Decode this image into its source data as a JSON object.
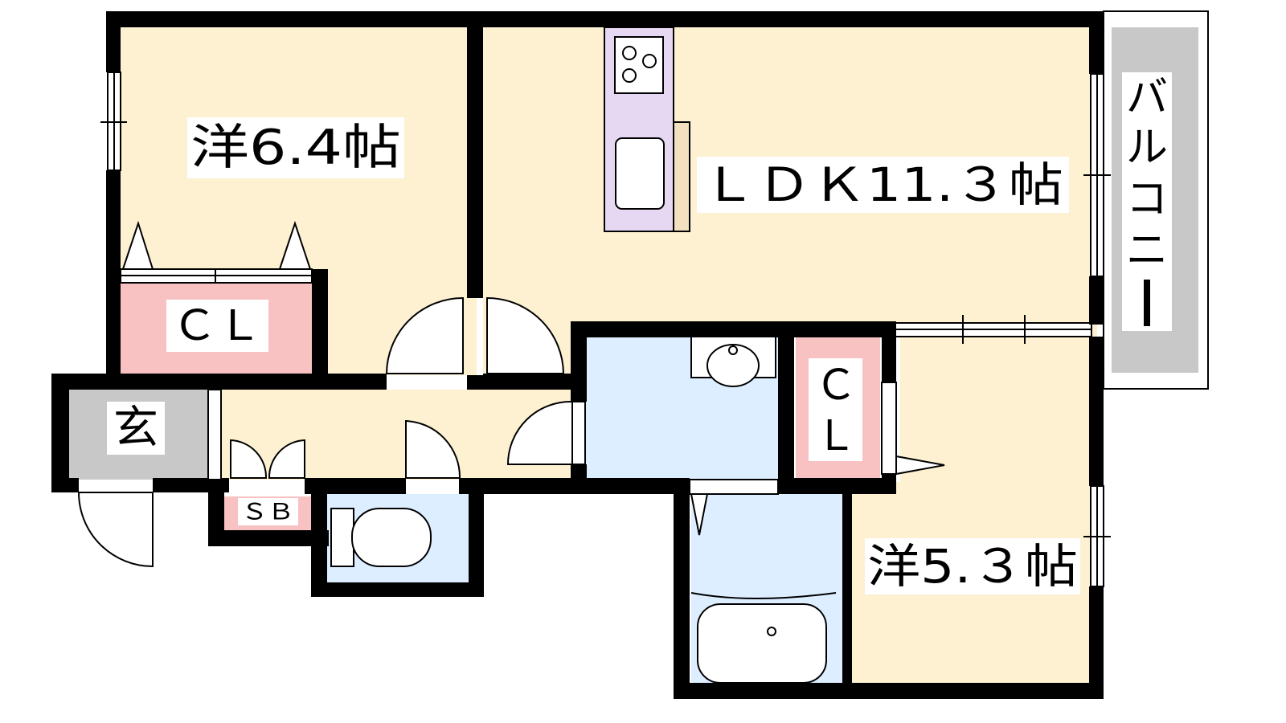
{
  "floor_plan": {
    "rooms": {
      "western_room_1": "洋6.4帖",
      "ldk": "ＬＤＫ11.３帖",
      "western_room_2": "洋5.３帖",
      "closet_1": "ＣＬ",
      "closet_2_line1": "Ｃ",
      "closet_2_line2": "Ｌ",
      "entrance": "玄",
      "shoe_box": "ＳＢ",
      "balcony": [
        "バ",
        "ル",
        "コ",
        "ニ",
        "ー"
      ]
    },
    "colors": {
      "wall": "#000000",
      "room_floor": "#fdf1d2",
      "closet": "#f9c2c2",
      "wet_area": "#dceeff",
      "entrance_floor": "#c8c8c8",
      "balcony": "#c8c8c8",
      "kitchen_counter": "#e6d8f2",
      "fridge_space": "#f2e0c0",
      "label_bg": "#ffffff"
    }
  }
}
